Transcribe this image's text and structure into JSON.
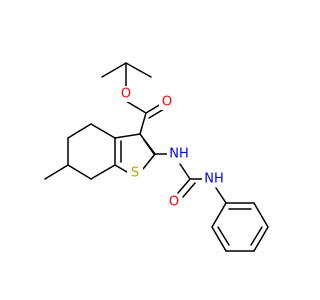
{
  "atom_labels": {
    "o_ester": "O",
    "o_carbonyl": "O",
    "nh_thiophene": "NH",
    "s_ring": "S",
    "o_urea": "O",
    "nh_phenyl": "NH"
  },
  "colors": {
    "bond": "#000000",
    "oxygen": "#ff0000",
    "nitrogen": "#0000ff",
    "sulfur": "#b5a800"
  }
}
